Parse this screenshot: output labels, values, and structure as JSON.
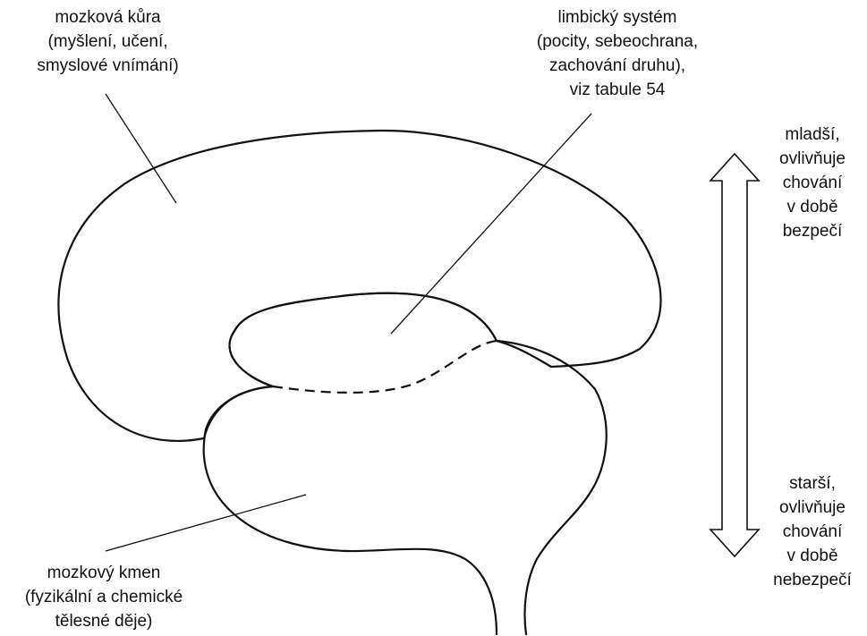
{
  "labels": {
    "cortex": [
      "mozková kůra",
      "(myšlení, učení,",
      "smyslové vnímání)"
    ],
    "limbic": [
      "limbický systém",
      "(pocity, sebeochrana,",
      "zachování druhu),",
      "viz tabule 54"
    ],
    "brainstem": [
      "mozkový kmen",
      "(fyzikální a chemické",
      "tělesné děje)"
    ],
    "younger": [
      "mladší,",
      "ovlivňuje",
      "chování",
      "v době",
      "bezpečí"
    ],
    "older": [
      "starší,",
      "ovlivňuje",
      "chování",
      "v době",
      "nebezpečí"
    ]
  },
  "colors": {
    "line": "#111111",
    "background": "#ffffff"
  }
}
